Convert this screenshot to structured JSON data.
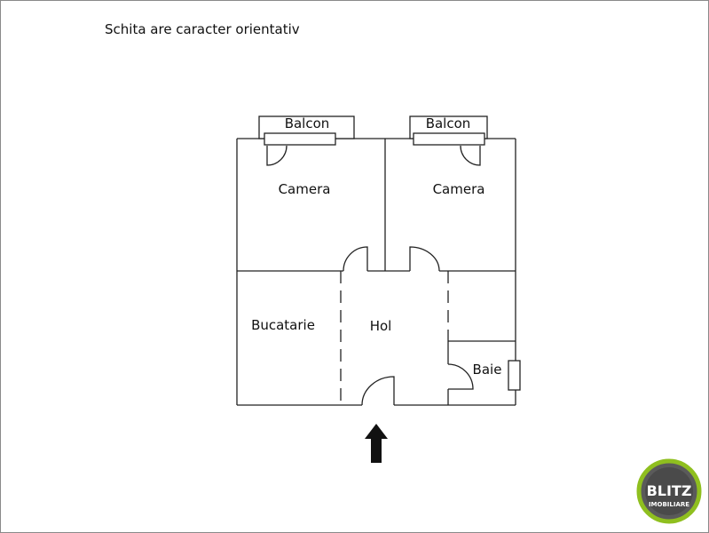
{
  "note": "Schita are caracter orientativ",
  "rooms": {
    "balcon_left": "Balcon",
    "balcon_right": "Balcon",
    "camera_left": "Camera",
    "camera_right": "Camera",
    "bucatarie": "Bucatarie",
    "hol": "Hol",
    "baie": "Baie"
  },
  "entrance_icon": "arrow-up-icon",
  "logo": {
    "brand": "BLITZ",
    "tagline": "IMOBILIARE",
    "colors": {
      "ring": "#8fbf1f",
      "body": "#5a5a5a"
    }
  },
  "colors": {
    "walls": "#222222",
    "frame": "#8a8a8a",
    "arrow": "#111111"
  }
}
